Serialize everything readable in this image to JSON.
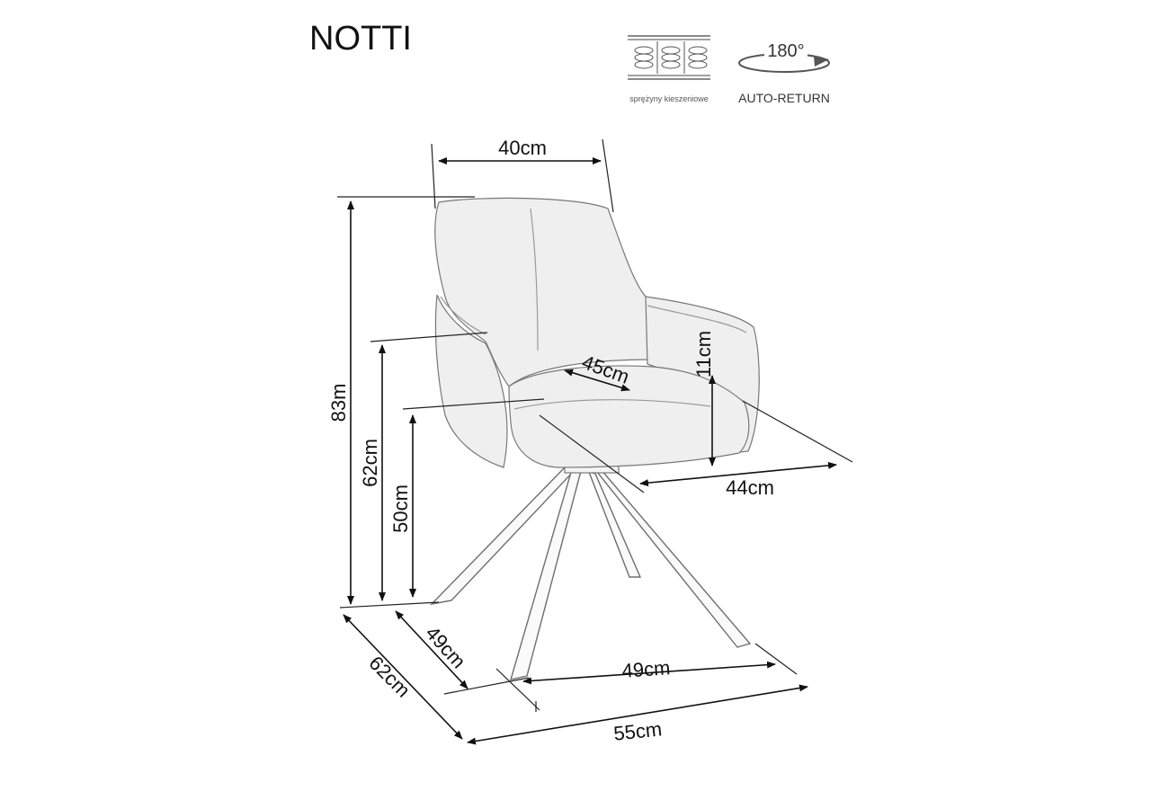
{
  "product": {
    "name": "NOTTI"
  },
  "features": {
    "springs_caption": "sprężyny kieszeniowe",
    "rotation_degrees": "180°",
    "rotation_caption": "AUTO-RETURN",
    "icons": [
      "pocket-springs-icon",
      "rotation-arrow-icon"
    ]
  },
  "dimensions": {
    "backrest_width": "40cm",
    "total_height": "83m",
    "armrest_height": "62cm",
    "seat_height": "50cm",
    "seat_depth": "45cm",
    "armrest_above_seat": "11cm",
    "seat_width": "44cm",
    "base_depth": "49cm",
    "base_width": "49cm",
    "total_depth": "62cm",
    "total_width": "55cm"
  }
}
